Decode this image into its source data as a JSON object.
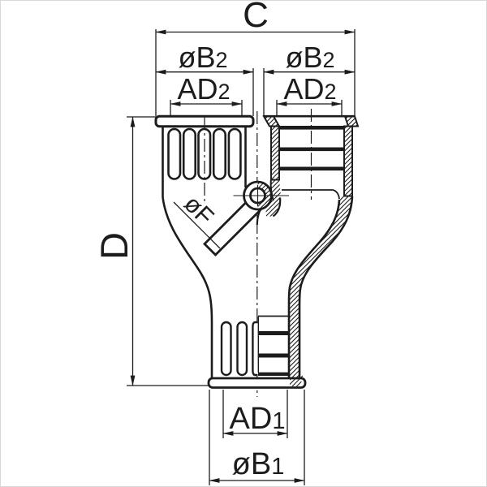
{
  "drawing": {
    "kind": "technical-dimension-drawing",
    "subject": "y-distributor pipe fitting, half-section view",
    "colors": {
      "line": "#1c1c1c",
      "background": "#ffffff"
    },
    "labels": {
      "c": "C",
      "d": "D",
      "f": "øF",
      "b2_left": {
        "main": "øB",
        "sub": "2"
      },
      "b2_right": {
        "main": "øB",
        "sub": "2"
      },
      "ad2_left": {
        "main": "AD",
        "sub": "2"
      },
      "ad2_right": {
        "main": "AD",
        "sub": "2"
      },
      "ad1": {
        "main": "AD",
        "sub": "1"
      },
      "b1": {
        "main": "øB",
        "sub": "1"
      }
    }
  }
}
